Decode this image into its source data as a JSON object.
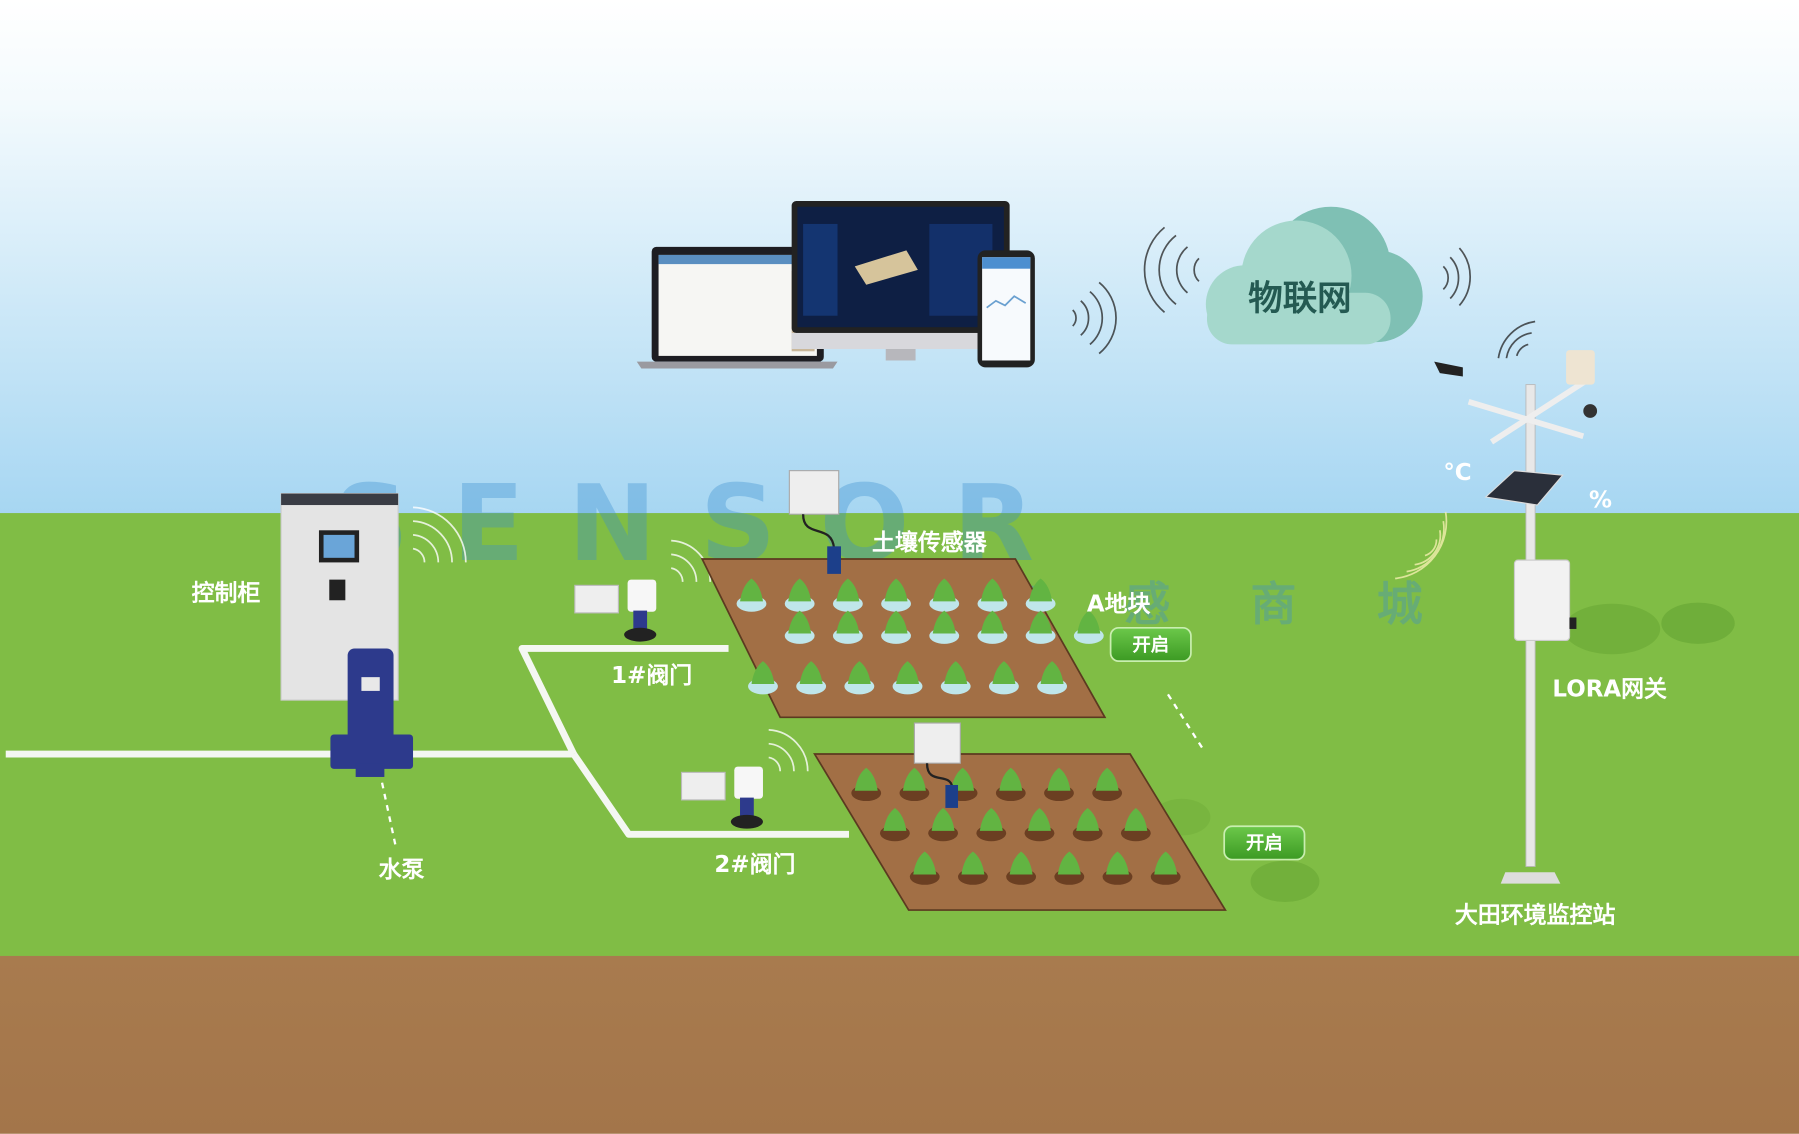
{
  "cloud": {
    "label": "物联网"
  },
  "labels": {
    "control_cabinet": "控制柜",
    "water_pump": "水泵",
    "valve_1": "1#阀门",
    "valve_2": "2#阀门",
    "soil_sensor": "土壤传感器",
    "plot_a": "A地块",
    "lora_gateway": "LORA网关",
    "field_station": "大田环境监控站",
    "temperature_unit": "°C",
    "humidity_unit": "%"
  },
  "buttons": {
    "open_a": "开启",
    "open_b": "开启"
  },
  "watermark": {
    "brand": "SENSOR",
    "store": "传感商城"
  },
  "colors": {
    "sky_top": "#ffffff",
    "sky_bottom": "#a9d8f2",
    "grass": "#80bd45",
    "soil": "#a87b4e",
    "field": "#a26f45",
    "cloud": "#9ed3c7",
    "cloud_text": "#245a52",
    "button": "#4cae2f",
    "pump": "#2d3a8c"
  }
}
